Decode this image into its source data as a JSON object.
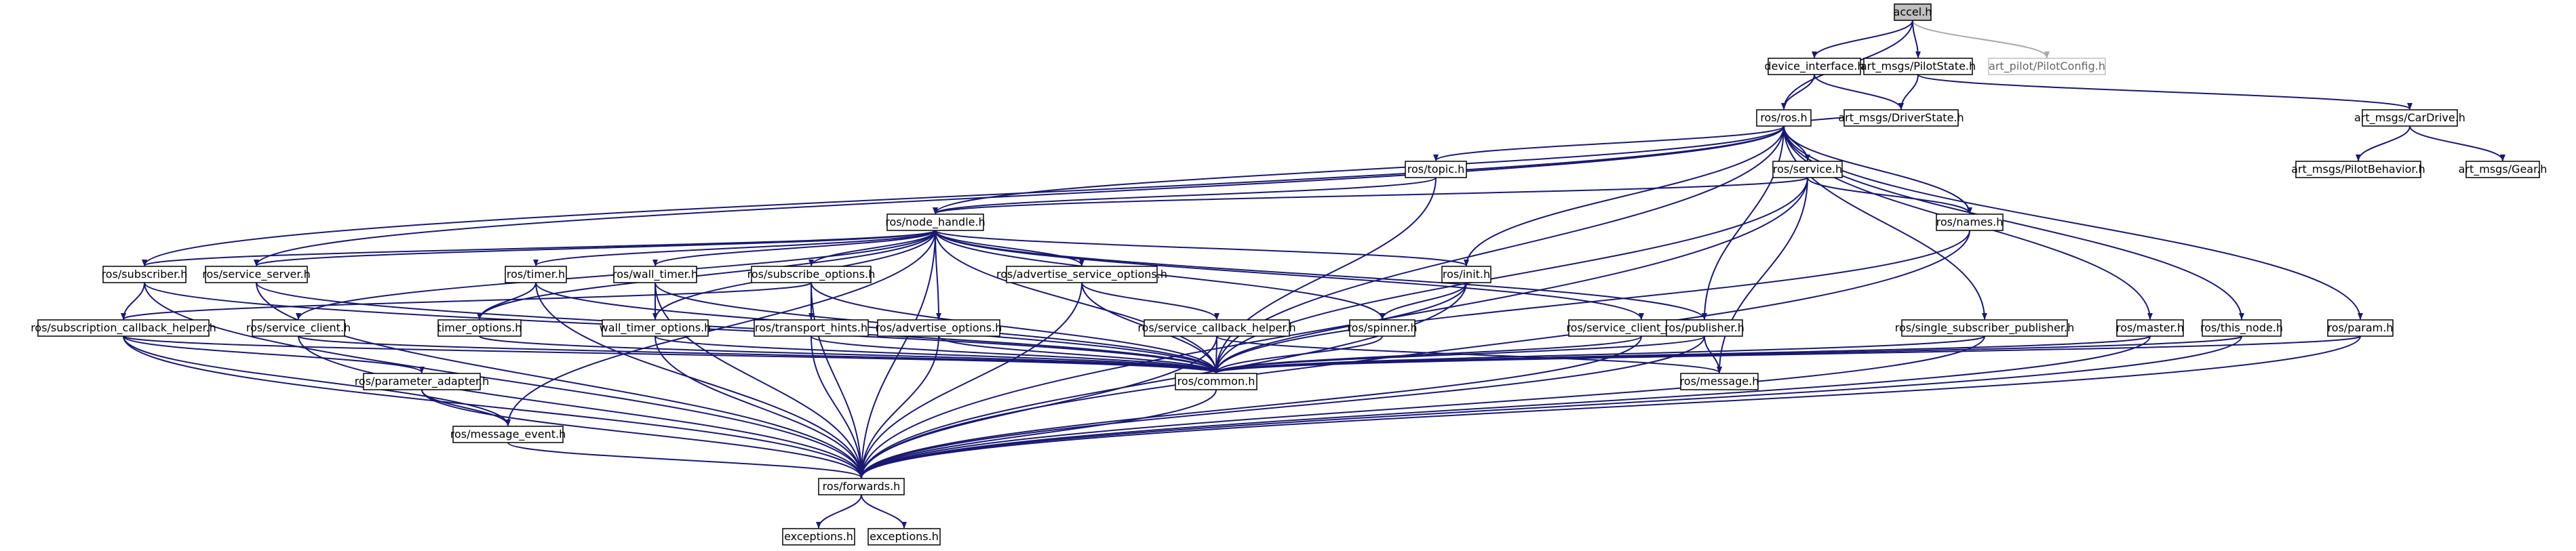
{
  "colors": {
    "edge": "#191970",
    "edge_missing": "#a9a9a9",
    "root_fill": "#bfbfbf",
    "missing_border": "#bfbfbf",
    "background": "#ffffff"
  },
  "nodes": [
    {
      "id": "accel",
      "label": "accel.h",
      "root": true
    },
    {
      "id": "device_interface",
      "label": "device_interface.h"
    },
    {
      "id": "pilotstate",
      "label": "art_msgs/PilotState.h"
    },
    {
      "id": "pilotconfig",
      "label": "art_pilot/PilotConfig.h",
      "missing": true
    },
    {
      "id": "ros_ros",
      "label": "ros/ros.h"
    },
    {
      "id": "driverstate",
      "label": "art_msgs/DriverState.h"
    },
    {
      "id": "cardrive",
      "label": "art_msgs/CarDrive.h"
    },
    {
      "id": "pilotbehavior",
      "label": "art_msgs/PilotBehavior.h"
    },
    {
      "id": "gear",
      "label": "art_msgs/Gear.h"
    },
    {
      "id": "topic",
      "label": "ros/topic.h"
    },
    {
      "id": "service",
      "label": "ros/service.h"
    },
    {
      "id": "node_handle",
      "label": "ros/node_handle.h"
    },
    {
      "id": "names",
      "label": "ros/names.h"
    },
    {
      "id": "subscriber",
      "label": "ros/subscriber.h"
    },
    {
      "id": "service_server",
      "label": "ros/service_server.h"
    },
    {
      "id": "timer",
      "label": "ros/timer.h"
    },
    {
      "id": "wall_timer",
      "label": "ros/wall_timer.h"
    },
    {
      "id": "subscribe_options",
      "label": "ros/subscribe_options.h"
    },
    {
      "id": "advertise_service_options",
      "label": "ros/advertise_service_options.h"
    },
    {
      "id": "init",
      "label": "ros/init.h"
    },
    {
      "id": "sub_cb_helper",
      "label": "ros/subscription_callback_helper.h"
    },
    {
      "id": "service_client",
      "label": "ros/service_client.h"
    },
    {
      "id": "timer_options",
      "label": "timer_options.h"
    },
    {
      "id": "wall_timer_options",
      "label": "wall_timer_options.h"
    },
    {
      "id": "transport_hints",
      "label": "ros/transport_hints.h"
    },
    {
      "id": "advertise_options",
      "label": "ros/advertise_options.h"
    },
    {
      "id": "service_cb_helper",
      "label": "ros/service_callback_helper.h"
    },
    {
      "id": "spinner",
      "label": "ros/spinner.h"
    },
    {
      "id": "service_client_options",
      "label": "ros/service_client_options.h"
    },
    {
      "id": "publisher",
      "label": "ros/publisher.h"
    },
    {
      "id": "single_sub_publisher",
      "label": "ros/single_subscriber_publisher.h"
    },
    {
      "id": "master",
      "label": "ros/master.h"
    },
    {
      "id": "this_node",
      "label": "ros/this_node.h"
    },
    {
      "id": "param",
      "label": "ros/param.h"
    },
    {
      "id": "parameter_adapter",
      "label": "ros/parameter_adapter.h"
    },
    {
      "id": "common",
      "label": "ros/common.h"
    },
    {
      "id": "message",
      "label": "ros/message.h"
    },
    {
      "id": "message_event",
      "label": "ros/message_event.h"
    },
    {
      "id": "forwards",
      "label": "ros/forwards.h"
    },
    {
      "id": "exceptions1",
      "label": "exceptions.h"
    },
    {
      "id": "exceptions2",
      "label": "exceptions.h"
    }
  ],
  "edges": [
    [
      "accel",
      "device_interface"
    ],
    [
      "accel",
      "pilotstate"
    ],
    [
      "accel",
      "pilotconfig"
    ],
    [
      "accel",
      "ros_ros"
    ],
    [
      "device_interface",
      "ros_ros"
    ],
    [
      "device_interface",
      "driverstate"
    ],
    [
      "pilotstate",
      "driverstate"
    ],
    [
      "pilotstate",
      "cardrive"
    ],
    [
      "cardrive",
      "pilotbehavior"
    ],
    [
      "cardrive",
      "gear"
    ],
    [
      "ros_ros",
      "driverstate"
    ],
    [
      "ros_ros",
      "topic"
    ],
    [
      "ros_ros",
      "service"
    ],
    [
      "ros_ros",
      "node_handle"
    ],
    [
      "ros_ros",
      "names"
    ],
    [
      "ros_ros",
      "init"
    ],
    [
      "ros_ros",
      "publisher"
    ],
    [
      "ros_ros",
      "single_sub_publisher"
    ],
    [
      "ros_ros",
      "master"
    ],
    [
      "ros_ros",
      "this_node"
    ],
    [
      "ros_ros",
      "param"
    ],
    [
      "ros_ros",
      "common"
    ],
    [
      "ros_ros",
      "subscriber"
    ],
    [
      "ros_ros",
      "service_server"
    ],
    [
      "topic",
      "node_handle"
    ],
    [
      "topic",
      "common"
    ],
    [
      "service",
      "node_handle"
    ],
    [
      "service",
      "names"
    ],
    [
      "service",
      "common"
    ],
    [
      "service",
      "message"
    ],
    [
      "service",
      "forwards"
    ],
    [
      "names",
      "common"
    ],
    [
      "names",
      "forwards"
    ],
    [
      "node_handle",
      "subscriber"
    ],
    [
      "node_handle",
      "service_server"
    ],
    [
      "node_handle",
      "timer"
    ],
    [
      "node_handle",
      "wall_timer"
    ],
    [
      "node_handle",
      "subscribe_options"
    ],
    [
      "node_handle",
      "advertise_service_options"
    ],
    [
      "node_handle",
      "init"
    ],
    [
      "node_handle",
      "service_client"
    ],
    [
      "node_handle",
      "timer_options"
    ],
    [
      "node_handle",
      "wall_timer_options"
    ],
    [
      "node_handle",
      "advertise_options"
    ],
    [
      "node_handle",
      "spinner"
    ],
    [
      "node_handle",
      "service_client_options"
    ],
    [
      "node_handle",
      "publisher"
    ],
    [
      "node_handle",
      "common"
    ],
    [
      "node_handle",
      "forwards"
    ],
    [
      "node_handle",
      "message_event"
    ],
    [
      "subscriber",
      "sub_cb_helper"
    ],
    [
      "subscriber",
      "common"
    ],
    [
      "subscriber",
      "forwards"
    ],
    [
      "service_server",
      "common"
    ],
    [
      "service_server",
      "forwards"
    ],
    [
      "timer",
      "timer_options"
    ],
    [
      "timer",
      "common"
    ],
    [
      "timer",
      "forwards"
    ],
    [
      "wall_timer",
      "wall_timer_options"
    ],
    [
      "wall_timer",
      "common"
    ],
    [
      "wall_timer",
      "forwards"
    ],
    [
      "subscribe_options",
      "transport_hints"
    ],
    [
      "subscribe_options",
      "sub_cb_helper"
    ],
    [
      "subscribe_options",
      "common"
    ],
    [
      "subscribe_options",
      "forwards"
    ],
    [
      "advertise_service_options",
      "service_cb_helper"
    ],
    [
      "advertise_service_options",
      "common"
    ],
    [
      "advertise_service_options",
      "forwards"
    ],
    [
      "init",
      "spinner"
    ],
    [
      "init",
      "common"
    ],
    [
      "init",
      "forwards"
    ],
    [
      "sub_cb_helper",
      "parameter_adapter"
    ],
    [
      "sub_cb_helper",
      "message_event"
    ],
    [
      "sub_cb_helper",
      "common"
    ],
    [
      "sub_cb_helper",
      "forwards"
    ],
    [
      "service_client",
      "common"
    ],
    [
      "service_client",
      "forwards"
    ],
    [
      "timer_options",
      "common"
    ],
    [
      "wall_timer_options",
      "common"
    ],
    [
      "wall_timer_options",
      "forwards"
    ],
    [
      "transport_hints",
      "common"
    ],
    [
      "transport_hints",
      "forwards"
    ],
    [
      "advertise_options",
      "common"
    ],
    [
      "advertise_options",
      "forwards"
    ],
    [
      "service_cb_helper",
      "common"
    ],
    [
      "service_cb_helper",
      "forwards"
    ],
    [
      "service_cb_helper",
      "message"
    ],
    [
      "spinner",
      "common"
    ],
    [
      "service_client_options",
      "common"
    ],
    [
      "service_client_options",
      "forwards"
    ],
    [
      "publisher",
      "common"
    ],
    [
      "publisher",
      "message"
    ],
    [
      "publisher",
      "forwards"
    ],
    [
      "single_sub_publisher",
      "common"
    ],
    [
      "single_sub_publisher",
      "forwards"
    ],
    [
      "master",
      "common"
    ],
    [
      "master",
      "forwards"
    ],
    [
      "this_node",
      "common"
    ],
    [
      "this_node",
      "forwards"
    ],
    [
      "param",
      "common"
    ],
    [
      "param",
      "forwards"
    ],
    [
      "parameter_adapter",
      "message_event"
    ],
    [
      "parameter_adapter",
      "forwards"
    ],
    [
      "message_event",
      "forwards"
    ],
    [
      "common",
      "forwards"
    ],
    [
      "forwards",
      "exceptions1"
    ],
    [
      "forwards",
      "exceptions2"
    ]
  ]
}
